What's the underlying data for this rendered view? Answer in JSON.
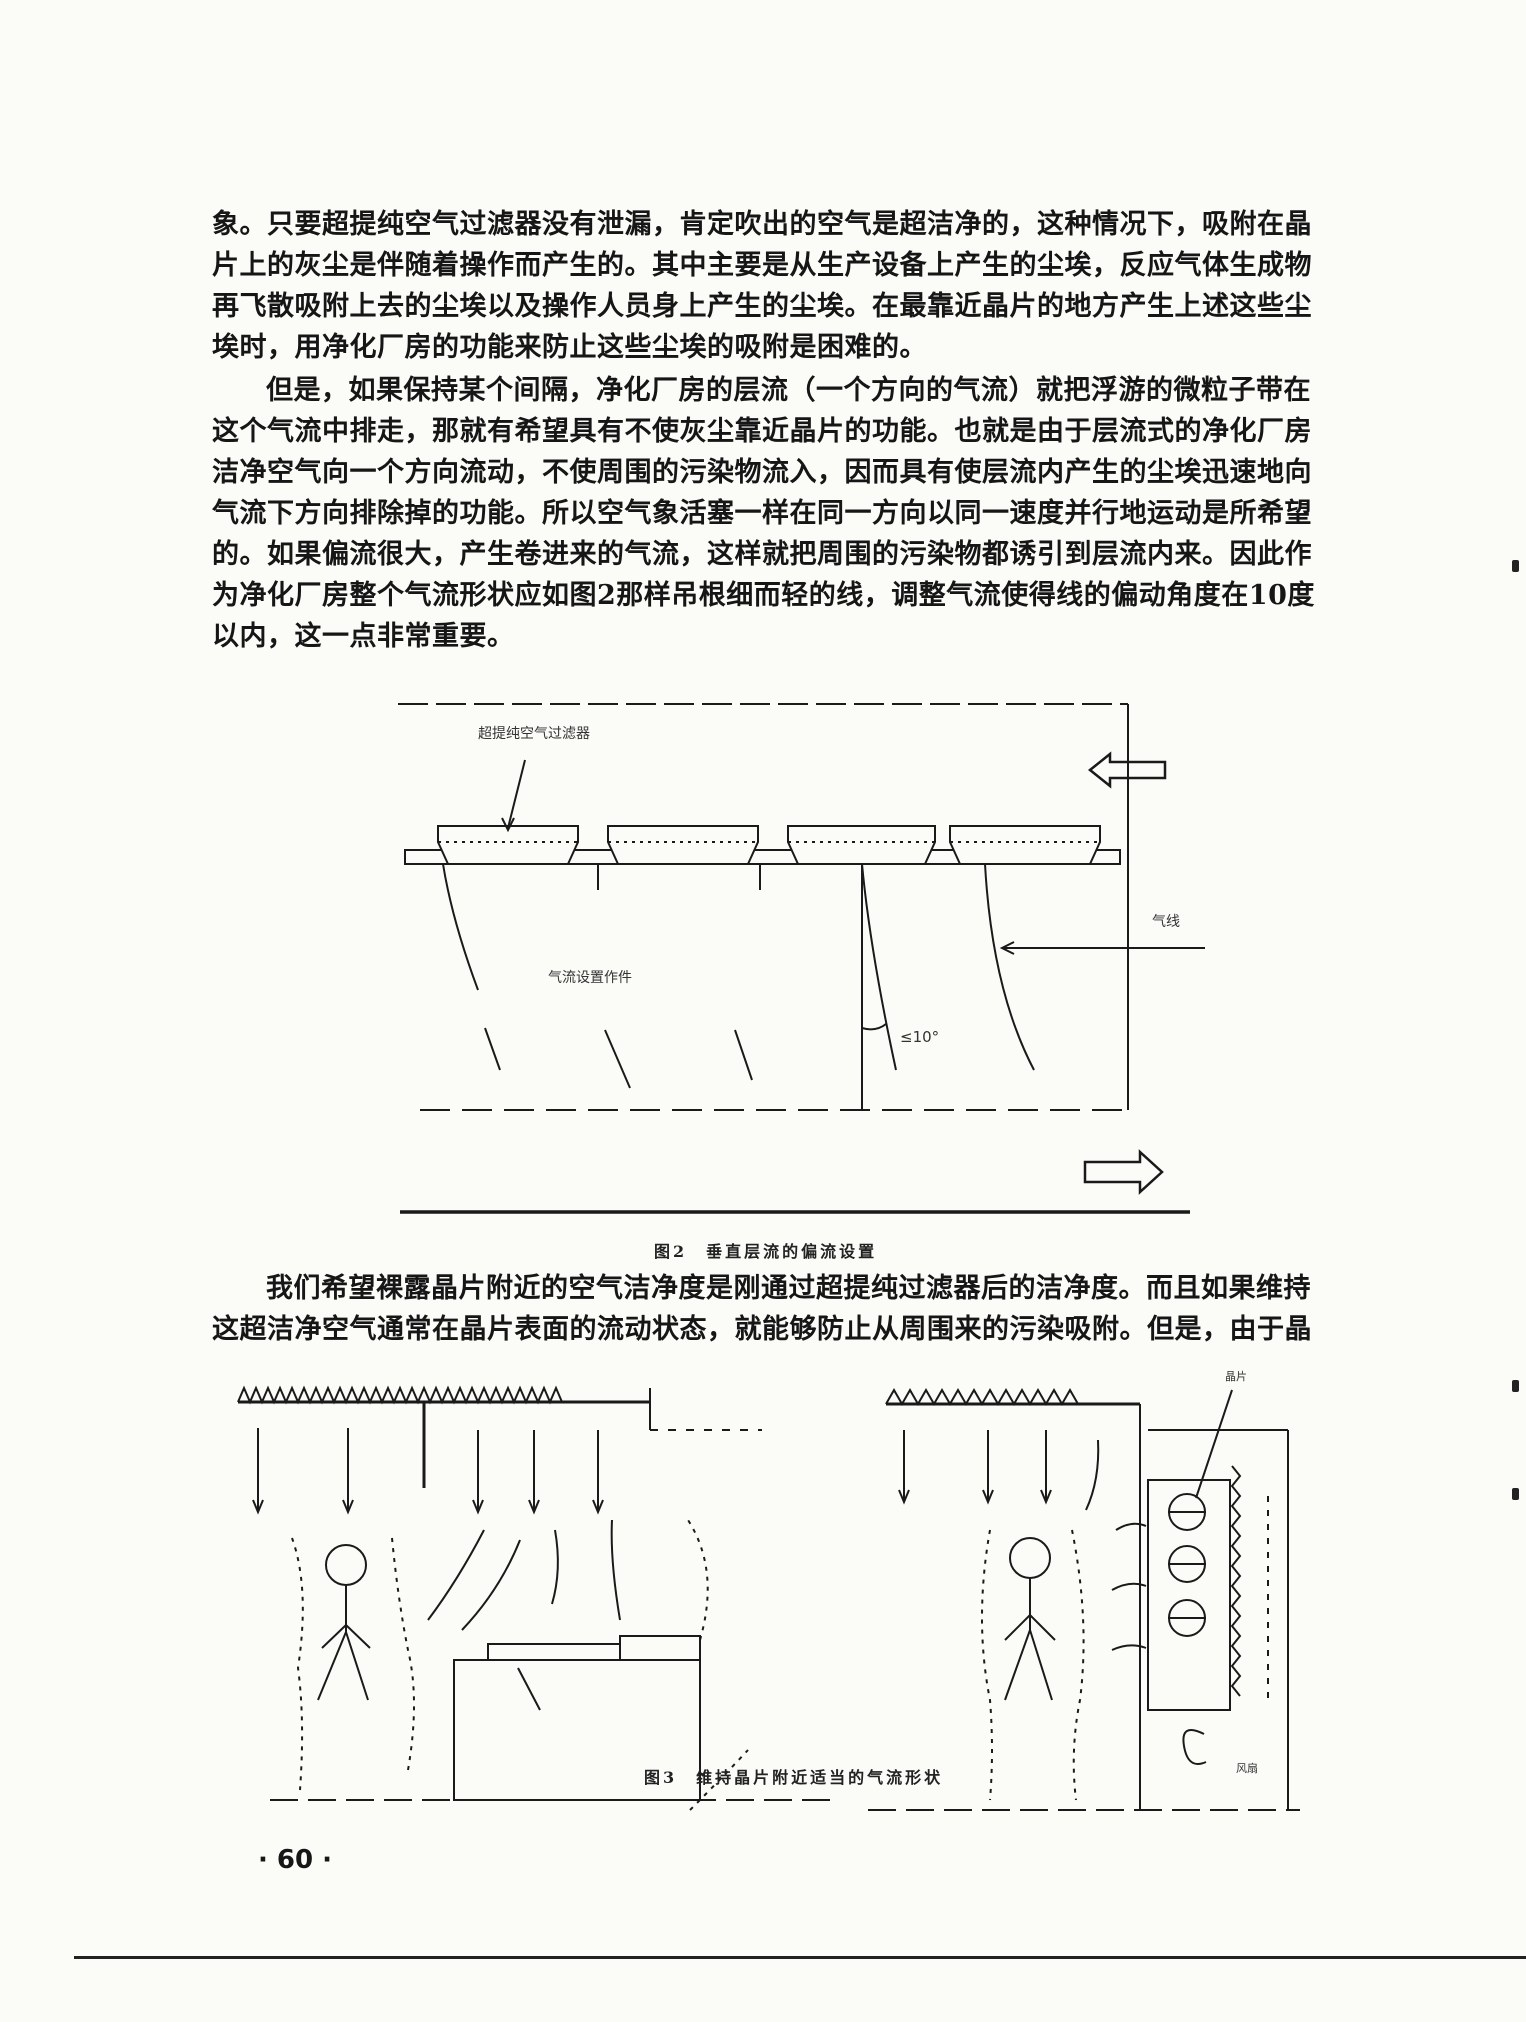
{
  "paragraph_1": {
    "lines": [
      "象。只要超提纯空气过滤器没有泄漏，肯定吹出的空气是超洁净的，这种情况下，吸附在晶",
      "片上的灰尘是伴随着操作而产生的。其中主要是从生产设备上产生的尘埃，反应气体生成物",
      "再飞散吸附上去的尘埃以及操作人员身上产生的尘埃。在最靠近晶片的地方产生上述这些尘",
      "埃时，用净化厂房的功能来防止这些尘埃的吸附是困难的。"
    ]
  },
  "paragraph_2": {
    "lines": [
      "但是，如果保持某个间隔，净化厂房的层流（一个方向的气流）就把浮游的微粒子带在",
      "这个气流中排走，那就有希望具有不使灰尘靠近晶片的功能。也就是由于层流式的净化厂房",
      "洁净空气向一个方向流动，不使周围的污染物流入，因而具有使层流内产生的尘埃迅速地向",
      "气流下方向排除掉的功能。所以空气象活塞一样在同一方向以同一速度并行地运动是所希望",
      "的。如果偏流很大，产生卷进来的气流，这样就把周围的污染物都诱引到层流内来。因此作",
      "为净化厂房整个气流形状应如图2那样吊根细而轻的线，调整气流使得线的偏动角度在10度",
      "以内，这一点非常重要。"
    ]
  },
  "figure_2": {
    "label_filter": "超提纯空气过滤器",
    "label_line": "气线",
    "label_setup": "气流设置作件",
    "label_angle": "≤10°",
    "caption": "图2　垂直层流的偏流设置"
  },
  "paragraph_3": {
    "lines": [
      "我们希望裸露晶片附近的空气洁净度是刚通过超提纯过滤器后的洁净度。而且如果维持",
      "这超洁净空气通常在晶片表面的流动状态，就能够防止从周围来的污染吸附。但是，由于晶"
    ]
  },
  "figure_3": {
    "label_wafer": "晶片",
    "label_fan": "风扇",
    "caption": "图3　维持晶片附近适当的气流形状"
  },
  "page_number": "· 60 ·"
}
